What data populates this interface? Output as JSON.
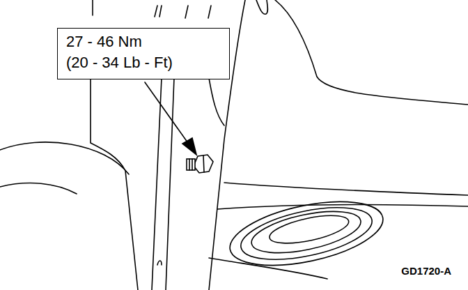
{
  "diagram": {
    "nodes": [
      {
        "text": [
          "27 - 46 Nm",
          "(20 - 34 Lb - Ft)"
        ]
      }
    ],
    "edges": [],
    "labels": [
      "GD1720-A"
    ]
  }
}
